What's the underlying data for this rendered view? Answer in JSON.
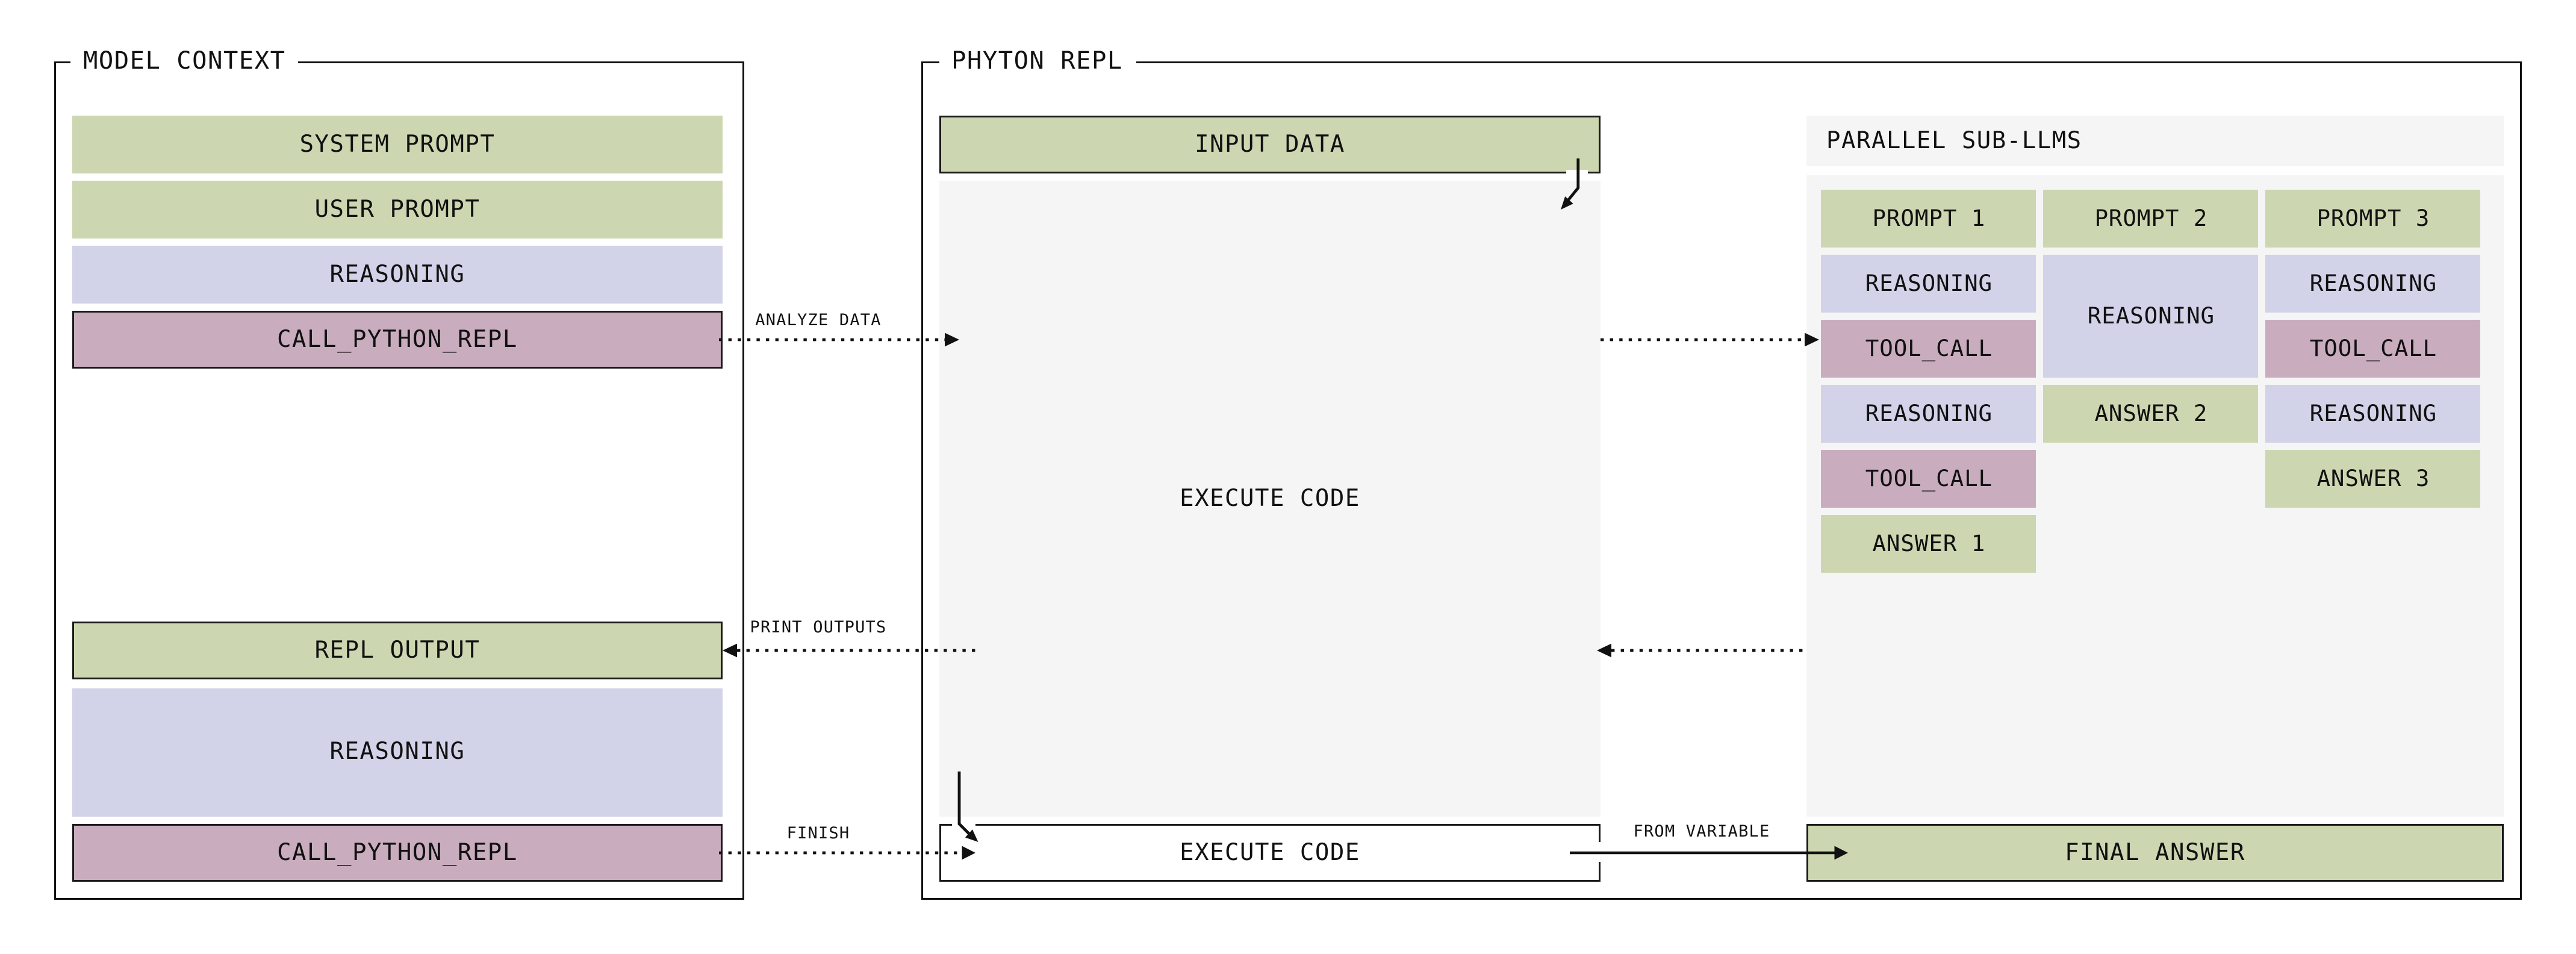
{
  "model_context": {
    "title": "MODEL CONTEXT",
    "blocks": [
      "SYSTEM PROMPT",
      "USER PROMPT",
      "REASONING",
      "CALL_PYTHON_REPL",
      "REPL OUTPUT",
      "REASONING",
      "CALL_PYTHON_REPL"
    ]
  },
  "python_repl": {
    "title": "PHYTON REPL",
    "input_data": "INPUT DATA",
    "execute_area": "EXECUTE CODE",
    "execute_bar": "EXECUTE CODE",
    "final_answer": "FINAL ANSWER"
  },
  "sub_llms": {
    "title": "PARALLEL SUB-LLMS",
    "col1": [
      "PROMPT 1",
      "REASONING",
      "TOOL_CALL",
      "REASONING",
      "TOOL_CALL",
      "ANSWER 1"
    ],
    "col2": [
      "PROMPT 2",
      "REASONING",
      "ANSWER 2"
    ],
    "col3": [
      "PROMPT 3",
      "REASONING",
      "TOOL_CALL",
      "REASONING",
      "ANSWER 3"
    ]
  },
  "edge_labels": {
    "analyze_data": "ANALYZE DATA",
    "print_outputs": "PRINT OUTPUTS",
    "finish": "FINISH",
    "from_variable": "FROM VARIABLE"
  },
  "colors": {
    "green": "#ccd7b1",
    "lavender": "#d2d2e8",
    "pink": "#c9adbe",
    "panel_gray": "#f5f5f5",
    "outline": "#111111"
  }
}
